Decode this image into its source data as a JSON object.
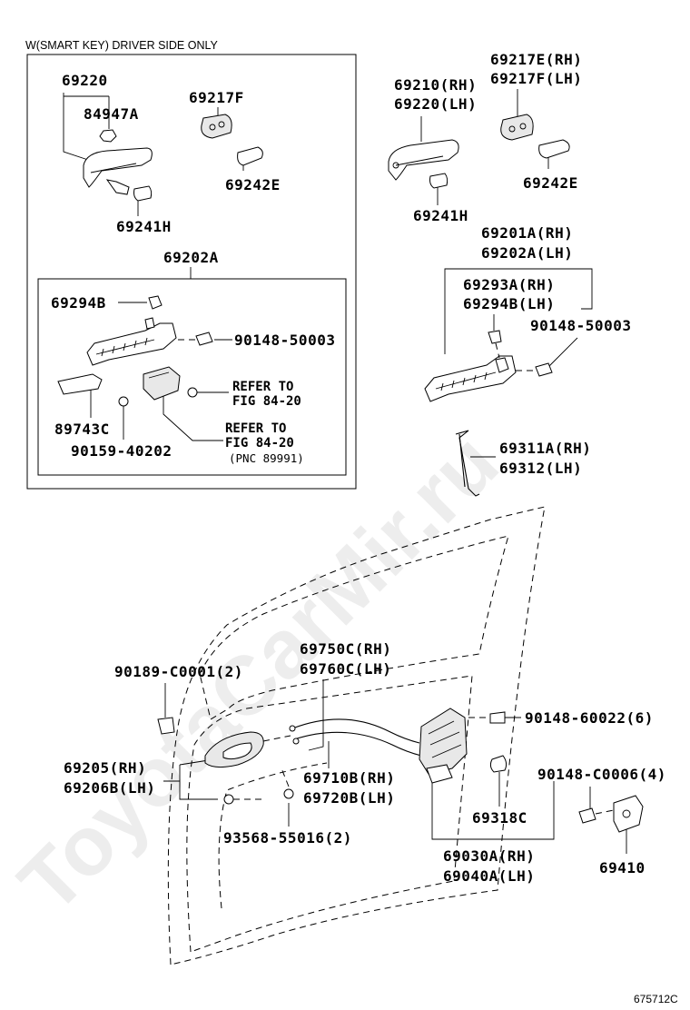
{
  "header": {
    "caption": "W(SMART KEY) DRIVER SIDE ONLY"
  },
  "watermark": "ToyotaCarMir.ru",
  "figure_id": "675712C",
  "labels": {
    "l_69220_inset": "69220",
    "l_84947A": "84947A",
    "l_69217F_inset": "69217F",
    "l_69242E_inset": "69242E",
    "l_69241H_inset": "69241H",
    "l_69202A_inset": "69202A",
    "l_69294B_inset": "69294B",
    "l_90148_50003_inset": "90148-50003",
    "l_refer1a": "REFER TO",
    "l_refer1b": "FIG 84-20",
    "l_89743C": "89743C",
    "l_refer2a": "REFER TO",
    "l_refer2b": "FIG 84-20",
    "l_refer2c": "(PNC 89991)",
    "l_90159_40202": "90159-40202",
    "l_69210RH": "69210(RH)",
    "l_69220LH": "69220(LH)",
    "l_69217ERH": "69217E(RH)",
    "l_69217FLH": "69217F(LH)",
    "l_69242E": "69242E",
    "l_69241H": "69241H",
    "l_69201ARH": "69201A(RH)",
    "l_69202ALH": "69202A(LH)",
    "l_69293ARH": "69293A(RH)",
    "l_69294BLH": "69294B(LH)",
    "l_90148_50003": "90148-50003",
    "l_69311ARH": "69311A(RH)",
    "l_69312LH": "69312(LH)",
    "l_69750CRH": "69750C(RH)",
    "l_69760CLH": "69760C(LH)",
    "l_90189": "90189-C0001(2)",
    "l_90148_60022": "90148-60022(6)",
    "l_69205RH": "69205(RH)",
    "l_69206BLH": "69206B(LH)",
    "l_69710BRH": "69710B(RH)",
    "l_69720BLH": "69720B(LH)",
    "l_90148_C0006": "90148-C0006(4)",
    "l_69318C": "69318C",
    "l_93568": "93568-55016(2)",
    "l_69030ARH": "69030A(RH)",
    "l_69040ALH": "69040A(LH)",
    "l_69410": "69410"
  }
}
